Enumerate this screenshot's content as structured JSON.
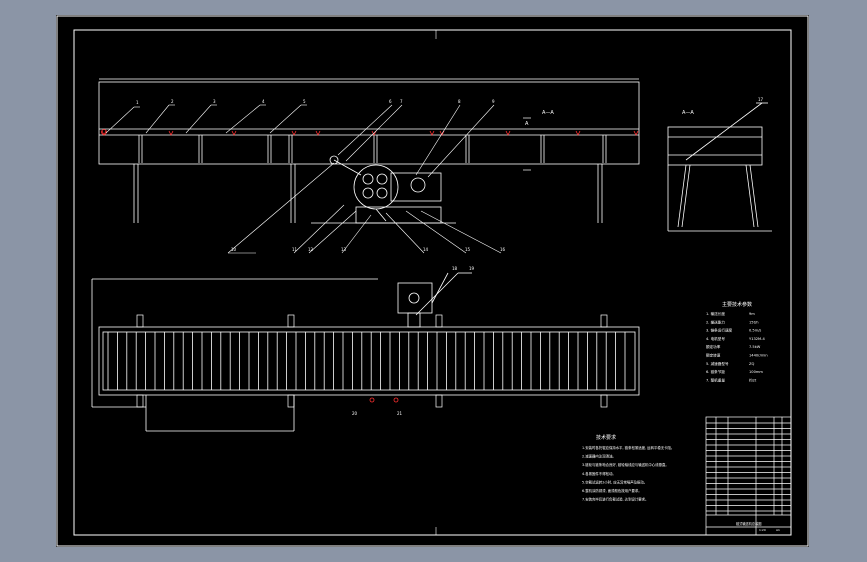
{
  "drawing": {
    "section_label_top": "A—A",
    "section_label_right": "A—A",
    "section_marker": "A",
    "specs": {
      "title": "主要技术参数",
      "rows": [
        {
          "label": "1. 输送长度",
          "value": "9m"
        },
        {
          "label": "2. 输送能力",
          "value": "15t/h"
        },
        {
          "label": "3. 链条运行速度",
          "value": "0.5m/s"
        },
        {
          "label": "4. 电机型号",
          "value": "Y132M-4"
        },
        {
          "label": "   额定功率",
          "value": "7.5kW"
        },
        {
          "label": "   额定转速",
          "value": "1440r/min"
        },
        {
          "label": "5. 减速器型号",
          "value": "ZQ"
        },
        {
          "label": "6. 链条节距",
          "value": "100mm"
        },
        {
          "label": "7. 整机重量",
          "value": "约2t"
        }
      ]
    },
    "notes": {
      "title": "技术要求",
      "items": [
        "1.安装时各托辊应保持水平, 链条松紧适度, 运转平稳无卡阻。",
        "2.减速器内注润滑油。",
        "3.链轮与链条啮合良好, 链轮轴线应与输送机中心线垂直。",
        "4.各紧固件不得松动。",
        "5.空载试运转2小时, 应无异常噪声及振动。",
        "6.整机涂防锈漆, 面漆颜色按用户要求。",
        "7.安装完毕后进行负载试验, 达到设计要求。"
      ]
    },
    "title_block": {
      "drawing_name": "链式输送机总装图",
      "scale": "1:20",
      "sheet": "A1"
    }
  }
}
